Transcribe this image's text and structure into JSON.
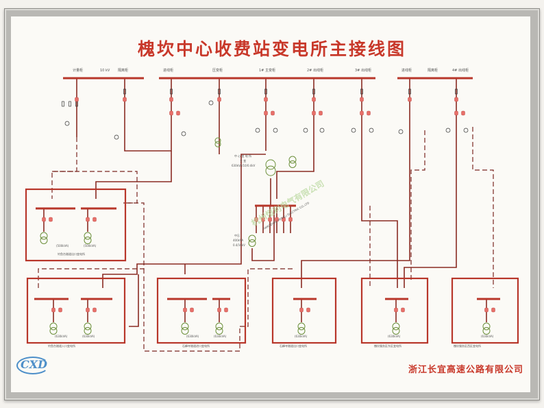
{
  "title": "槐坎中心收费站变电所主接线图",
  "company": "浙江长宜高速公路有限公司",
  "logo_text": "CXD",
  "watermark": "杭州恒利电气有限公司",
  "watermark_en": "HANGZHOU HENGLI ELECTRIC CO.,LTD",
  "colors": {
    "busbar": "#b8362a",
    "line": "#8a2a22",
    "dashed": "#7a2620",
    "lamp": "#e8706a",
    "text_red": "#c8382a",
    "equipment": "#6b8f3a"
  },
  "top_labels": {
    "metering": "计量柜",
    "kv": "10 kV",
    "arrester": "隔离柜",
    "incoming": "进线柜",
    "ptcab": "压变柜",
    "out1": "1# 主变柜",
    "out2": "2# 出线柜",
    "out3": "3# 出线柜",
    "incoming2": "进线柜",
    "isolate2": "隔离柜",
    "out4": "4# 出线柜"
  },
  "center": {
    "label1": "中 心 变 电 所",
    "label2": "主 变",
    "rating1": "630kVA/10/0.4kV",
    "label3": "中压",
    "rating2": "400kVA",
    "rating3": "0.4/10kV"
  },
  "substations": {
    "s1_caption": "钓鱼台隧道出口变电所",
    "s1_t1": "(500kVA)",
    "s1_t2": "(500kVA)",
    "s2_caption": "钓鱼台隧道入口变电所",
    "s2_t1": "(630kVA)",
    "s2_t2": "(630kVA)",
    "s3_caption": "石峰寺隧道进口变电所",
    "s3_t1": "(630kVA)",
    "s3_t2": "(630kVA)",
    "s4_caption": "石峰寺隧道出口变电所",
    "s4_t1": "(630kVA)",
    "s5_caption": "槐坎服务区东区变电所",
    "s5_t1": "(630kVA)",
    "s6_caption": "槐坎服务区西区变电所",
    "s6_t1": "(630kVA)"
  }
}
